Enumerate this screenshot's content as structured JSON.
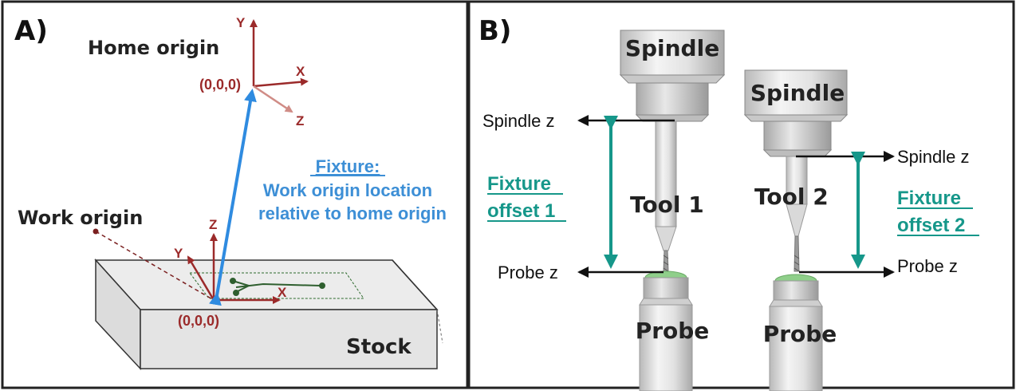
{
  "panel_a": {
    "letter": "A)",
    "home_origin_label": "Home origin",
    "home_coord": "(0,0,0)",
    "work_origin_label": "Work origin",
    "work_coord": "(0,0,0)",
    "stock_label": "Stock",
    "axis_labels": {
      "x": "X",
      "y": "Y",
      "z": "Z"
    },
    "fixture_title": "Fixture:",
    "fixture_line1": "Work origin location",
    "fixture_line2": "relative to home origin"
  },
  "panel_b": {
    "letter": "B)",
    "spindle_label": "Spindle",
    "probe_label": "Probe",
    "tool1_label": "Tool 1",
    "tool2_label": "Tool 2",
    "spindle_z_label": "Spindle z",
    "probe_z_label": "Probe z",
    "offset1_line1": "Fixture",
    "offset1_line2": "offset 1",
    "offset2_line1": "Fixture",
    "offset2_line2": "offset 2"
  },
  "colors": {
    "axis_red": "#9b2a2a",
    "fixture_blue": "#3d8fd6",
    "offset_teal": "#16978a",
    "probe_tip_green": "#8fcf8a"
  }
}
